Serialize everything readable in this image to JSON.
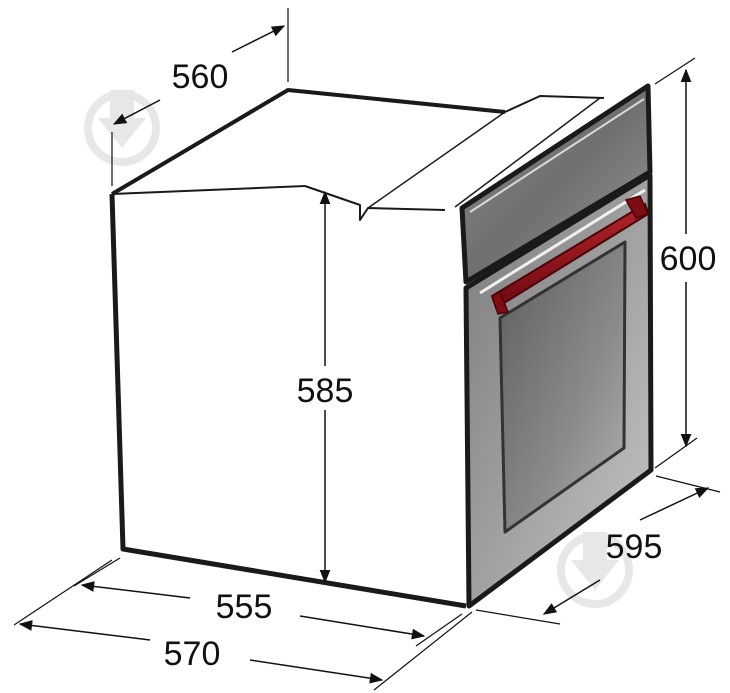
{
  "dimensions": {
    "top_depth": "560",
    "body_height": "585",
    "total_height": "600",
    "body_width": "555",
    "total_width": "570",
    "front_depth": "595"
  },
  "colors": {
    "outline": "#1a1a1a",
    "panel_dark": "#6a6a6a",
    "panel_light": "#b8b8b8",
    "handle": "#8b0f16",
    "watermark": "#d9d9d9"
  },
  "icons": [
    "watermark-icon",
    "arrow-icon"
  ]
}
